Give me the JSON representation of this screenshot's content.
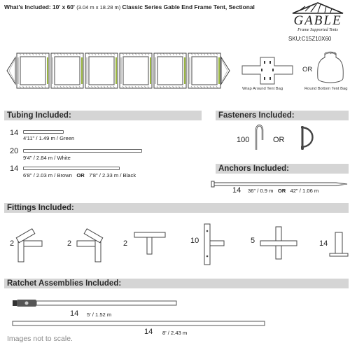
{
  "header": {
    "title": "What's Included: 10' x 60'",
    "title_metric": "(3.04 m x 18.28 m)",
    "title_rest": "Classic Series Gable End Frame Tent, Sectional"
  },
  "brand": {
    "name": "GABLE",
    "tagline": "Frame Supported Tents",
    "sku": "SKU:C15Z10X60"
  },
  "bags": {
    "or": "OR",
    "wrap_caption": "Wrap Around Tent Bag",
    "round_caption": "Round Bottom Tent Bag"
  },
  "tubing": {
    "heading": "Tubing Included:",
    "items": [
      {
        "qty": "14",
        "label": "4'11\" / 1.49 m  /  Green"
      },
      {
        "qty": "20",
        "label": "9'4\" / 2.84 m  /  White"
      },
      {
        "qty": "14",
        "label_a": "6'8\" / 2.03 m  /  Brown",
        "or": "OR",
        "label_b": "7'8\" / 2.33 m  /  Black"
      }
    ]
  },
  "fasteners": {
    "heading": "Fasteners Included:",
    "qty": "100",
    "or": "OR"
  },
  "anchors": {
    "heading": "Anchors Included:",
    "qty": "14",
    "label_a": "36\" / 0.9 m",
    "or": "OR",
    "label_b": "42\" / 1.06 m"
  },
  "fittings": {
    "heading": "Fittings Included:",
    "qtys": [
      "2",
      "2",
      "2",
      "10",
      "5",
      "14"
    ]
  },
  "ratchets": {
    "heading": "Ratchet Assemblies Included:",
    "items": [
      {
        "qty": "14",
        "label": "5' / 1.52 m"
      },
      {
        "qty": "14",
        "label": "8' / 2.43 m"
      }
    ]
  },
  "footnote": "Images not to scale.",
  "colors": {
    "header_bar": "#d5d5d5",
    "pole_green": "#9ab640",
    "line": "#555555"
  }
}
